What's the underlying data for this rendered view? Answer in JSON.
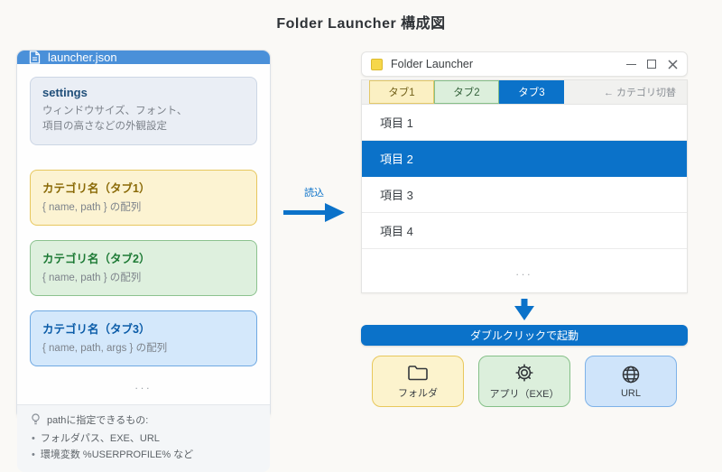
{
  "page": {
    "title": "Folder Launcher 構成図"
  },
  "colors": {
    "accent_blue": "#0b72c9",
    "header_blue": "#4a90d9",
    "tab1_yellow": "#fbf0c3",
    "tab2_green": "#dcefdc",
    "selection_blue": "#0b72c9"
  },
  "json_panel": {
    "header_label": "launcher.json",
    "settings": {
      "title": "settings",
      "line1": "ウィンドウサイズ、フォント、",
      "line2": "項目の高さなどの外観設定"
    },
    "categories": [
      {
        "title": "カテゴリ名（タブ1）",
        "desc": "{ name, path } の配列"
      },
      {
        "title": "カテゴリ名（タブ2）",
        "desc": "{ name, path } の配列"
      },
      {
        "title": "カテゴリ名（タブ3）",
        "desc": "{ name, path, args } の配列"
      }
    ],
    "ellipsis": "...",
    "note": {
      "title": "pathに指定できるもの:",
      "items": [
        "フォルダパス、EXE、URL",
        "環境変数 %USERPROFILE% など"
      ]
    }
  },
  "load_arrow": {
    "label": "読込"
  },
  "window": {
    "title": "Folder Launcher",
    "tabs": [
      {
        "label": "タブ1"
      },
      {
        "label": "タブ2"
      },
      {
        "label": "タブ3",
        "active": true
      }
    ],
    "tab_hint": "← カテゴリ切替",
    "items": [
      {
        "label": "項目 1"
      },
      {
        "label": "項目 2",
        "selected": true
      },
      {
        "label": "項目 3"
      },
      {
        "label": "項目 4"
      }
    ],
    "ellipsis": "..."
  },
  "launch_bar": {
    "label": "ダブルクリックで起動"
  },
  "targets": [
    {
      "icon": "folder-icon",
      "label": "フォルダ"
    },
    {
      "icon": "gear-icon",
      "label": "アプリ（EXE）"
    },
    {
      "icon": "globe-icon",
      "label": "URL"
    }
  ]
}
